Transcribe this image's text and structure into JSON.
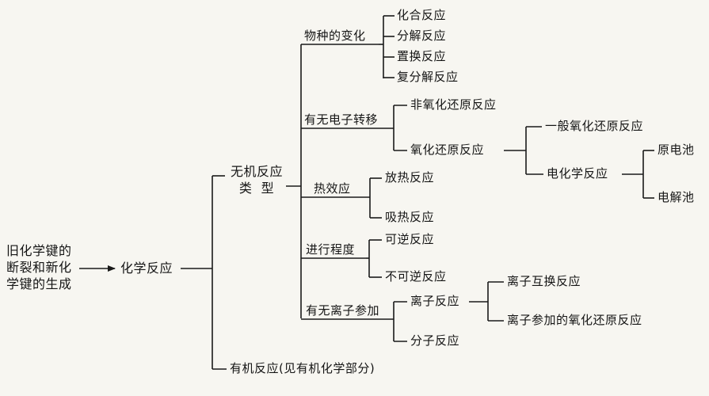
{
  "root": {
    "origin": [
      "旧化学键的",
      "断裂和新化",
      "学键的生成"
    ],
    "main": "化学反应"
  },
  "inorganic": {
    "label": [
      "无机反应",
      "类  型"
    ],
    "species_change": {
      "label": "物种的变化",
      "items": [
        "化合反应",
        "分解反应",
        "置换反应",
        "复分解反应"
      ]
    },
    "electron_transfer": {
      "label": "有无电子转移",
      "non_redox": "非氧化还原反应",
      "redox": "氧化还原反应",
      "general_redox": "一般氧化还原反应",
      "electrochemical": "电化学反应",
      "galvanic_cell": "原电池",
      "electrolytic_cell": "电解池"
    },
    "heat_effect": {
      "label": "热效应",
      "items": [
        "放热反应",
        "吸热反应"
      ]
    },
    "extent": {
      "label": "进行程度",
      "items": [
        "可逆反应",
        "不可逆反应"
      ]
    },
    "ions": {
      "label": "有无离子参加",
      "ionic": "离子反应",
      "molecular": "分子反应",
      "ion_exchange": "离子互换反应",
      "ionic_redox": "离子参加的氧化还原反应"
    }
  },
  "organic": "有机反应(见有机化学部分)"
}
